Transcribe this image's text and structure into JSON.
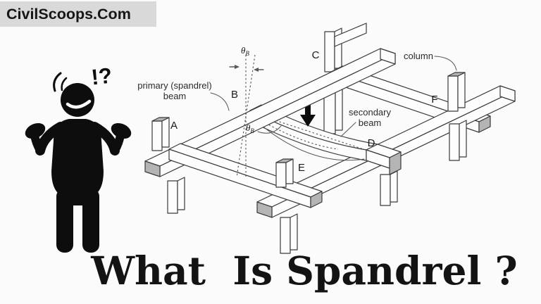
{
  "banner": {
    "text": "CivilScoops.Com"
  },
  "title": {
    "text": "What  Is Spandrel ?"
  },
  "person": {
    "exclamation": "!?"
  },
  "diagram": {
    "labels": {
      "primary_line1": "primary (spandrel)",
      "primary_line2": "beam",
      "column": "column",
      "secondary_line1": "secondary",
      "secondary_line2": "beam"
    },
    "joints": {
      "a": "A",
      "b": "B",
      "c": "C",
      "d": "D",
      "e": "E",
      "f": "F"
    },
    "theta": {
      "symbol": "θ",
      "subscript": "B"
    }
  },
  "colors": {
    "banner_bg": "#d9d9d9",
    "background": "#fbfbfb",
    "ink": "#131313",
    "diagram_line": "#3a3a3a",
    "column_shade": "#b4b4b4"
  }
}
